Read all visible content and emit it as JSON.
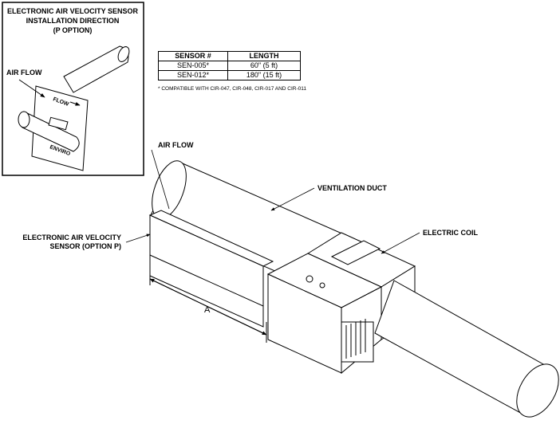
{
  "inset": {
    "title_lines": [
      "ELECTRONIC AIR VELOCITY SENSOR",
      "INSTALLATION DIRECTION",
      "(P OPTION)"
    ],
    "airflow_label": "AIR FLOW"
  },
  "table": {
    "headers": [
      "SENSOR #",
      "LENGTH"
    ],
    "rows": [
      [
        "SEN-005*",
        "60\" (5 ft)"
      ],
      [
        "SEN-012*",
        "180\" (15 ft)"
      ]
    ],
    "note": "* COMPATIBLE WITH CIR-047, CIR-048, CIR-017 AND CIR-011"
  },
  "labels": {
    "airflow": "AIR FLOW",
    "ventilation_duct": "VENTILATION DUCT",
    "electric_coil": "ELECTRIC COIL",
    "sensor_line1": "ELECTRONIC AIR VELOCITY",
    "sensor_line2": "SENSOR (OPTION P)",
    "dimension": "A"
  }
}
